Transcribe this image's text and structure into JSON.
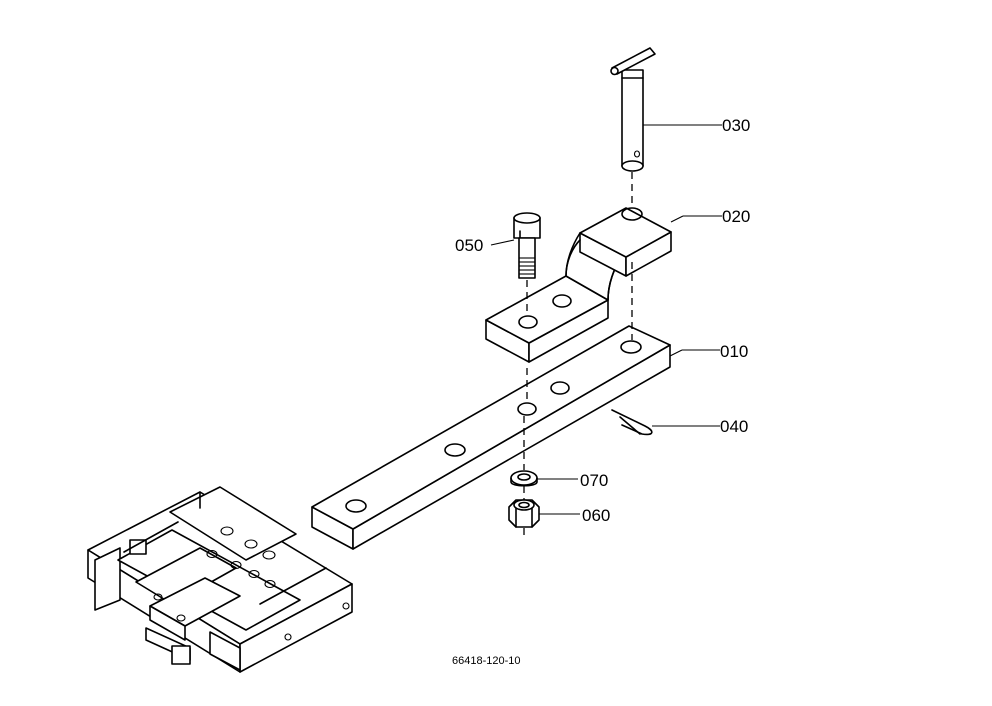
{
  "diagram": {
    "parts": [
      {
        "id": "part-010",
        "label": "010"
      },
      {
        "id": "part-020",
        "label": "020"
      },
      {
        "id": "part-030",
        "label": "030"
      },
      {
        "id": "part-040",
        "label": "040"
      },
      {
        "id": "part-050",
        "label": "050"
      },
      {
        "id": "part-060",
        "label": "060"
      },
      {
        "id": "part-070",
        "label": "070"
      }
    ],
    "drawing_code": "66418-120-10"
  }
}
